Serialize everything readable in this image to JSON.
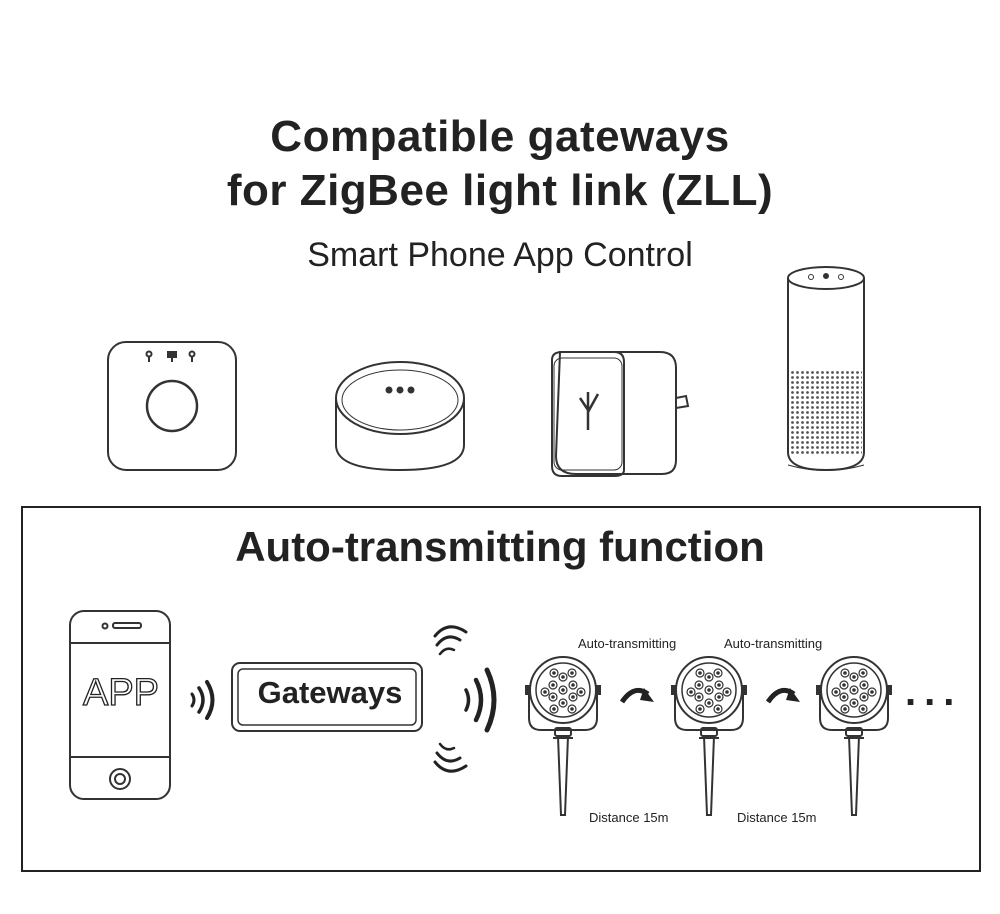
{
  "header": {
    "title_line1": "Compatible gateways",
    "title_line2": "for ZigBee light link (ZLL)",
    "subtitle": "Smart Phone App Control"
  },
  "gateways": [
    {
      "icon": "hue-bridge-icon"
    },
    {
      "icon": "round-hub-icon"
    },
    {
      "icon": "plug-in-hub-icon"
    },
    {
      "icon": "smart-speaker-icon"
    }
  ],
  "diagram": {
    "title": "Auto-transmitting function",
    "app_label": "APP",
    "gateway_label": "Gateways",
    "auto_label_1": "Auto-transmitting",
    "auto_label_2": "Auto-transmitting",
    "distance_label_1": "Distance 15m",
    "distance_label_2": "Distance 15m",
    "ellipsis": "..."
  }
}
